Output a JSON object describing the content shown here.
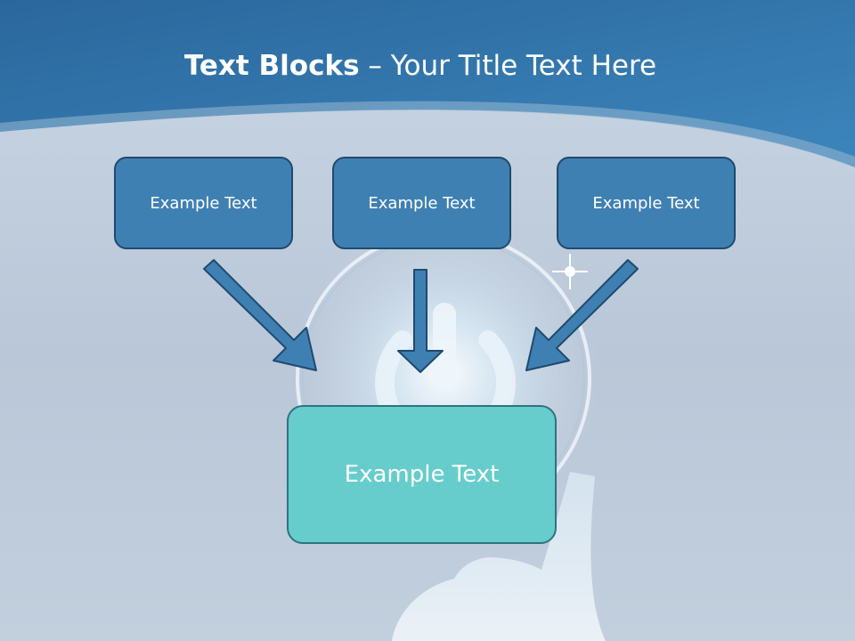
{
  "title": {
    "bold": "Text Blocks",
    "rest": " – Your Title Text Here"
  },
  "blocks": {
    "top": [
      {
        "label": "Example Text"
      },
      {
        "label": "Example Text"
      },
      {
        "label": "Example Text"
      }
    ],
    "center": {
      "label": "Example Text"
    }
  },
  "colors": {
    "header_blue": "#2f6fa3",
    "block_blue": "#3f80b3",
    "block_border": "#1f4a6e",
    "center_teal": "#66cdcc",
    "center_border": "#2f7380",
    "arrow_fill": "#3f80b3"
  },
  "icons": {
    "background": "power-button-hand-illustration",
    "arrows": "arrow-down"
  }
}
